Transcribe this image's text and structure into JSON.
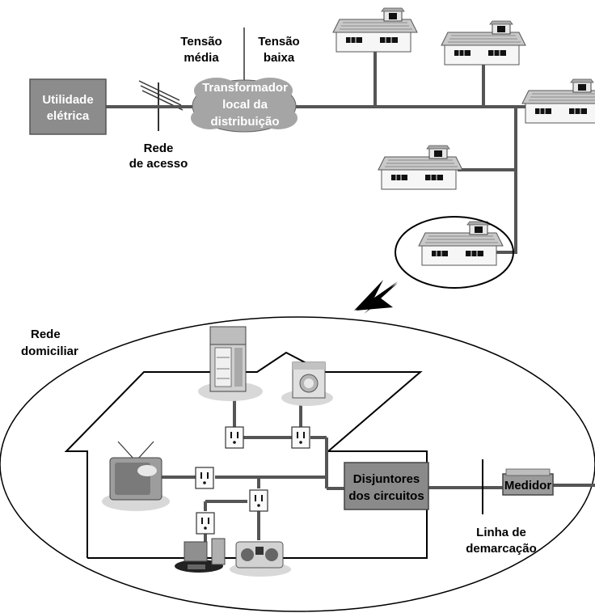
{
  "labels": {
    "utility_line1": "Utilidade",
    "utility_line2": "elétrica",
    "access_line1": "Rede",
    "access_line2": "de acesso",
    "medium_line1": "Tensão",
    "medium_line2": "média",
    "low_line1": "Tensão",
    "low_line2": "baixa",
    "transformer_line1": "Transformador",
    "transformer_line2": "local da",
    "transformer_line3": "distribuição",
    "home_line1": "Rede",
    "home_line2": "domiciliar",
    "breakers_line1": "Disjuntores",
    "breakers_line2": "dos circuitos",
    "meter": "Medidor",
    "demarcation_line1": "Linha de",
    "demarcation_line2": "demarcação"
  },
  "icons": {
    "house": "house-icon",
    "outlet": "outlet-icon",
    "refrigerator": "refrigerator-icon",
    "washer": "washing-machine-icon",
    "tv": "tv-icon",
    "computer": "computer-icon",
    "radio": "radio-icon",
    "arrow": "arrow-down-left-icon"
  },
  "colors": {
    "utility_box": "#8c8c8c",
    "breaker_box": "#8a8a8a",
    "meter_box": "#9a9a9a",
    "wire": "#555555",
    "transformer": "#9f9f9f"
  }
}
